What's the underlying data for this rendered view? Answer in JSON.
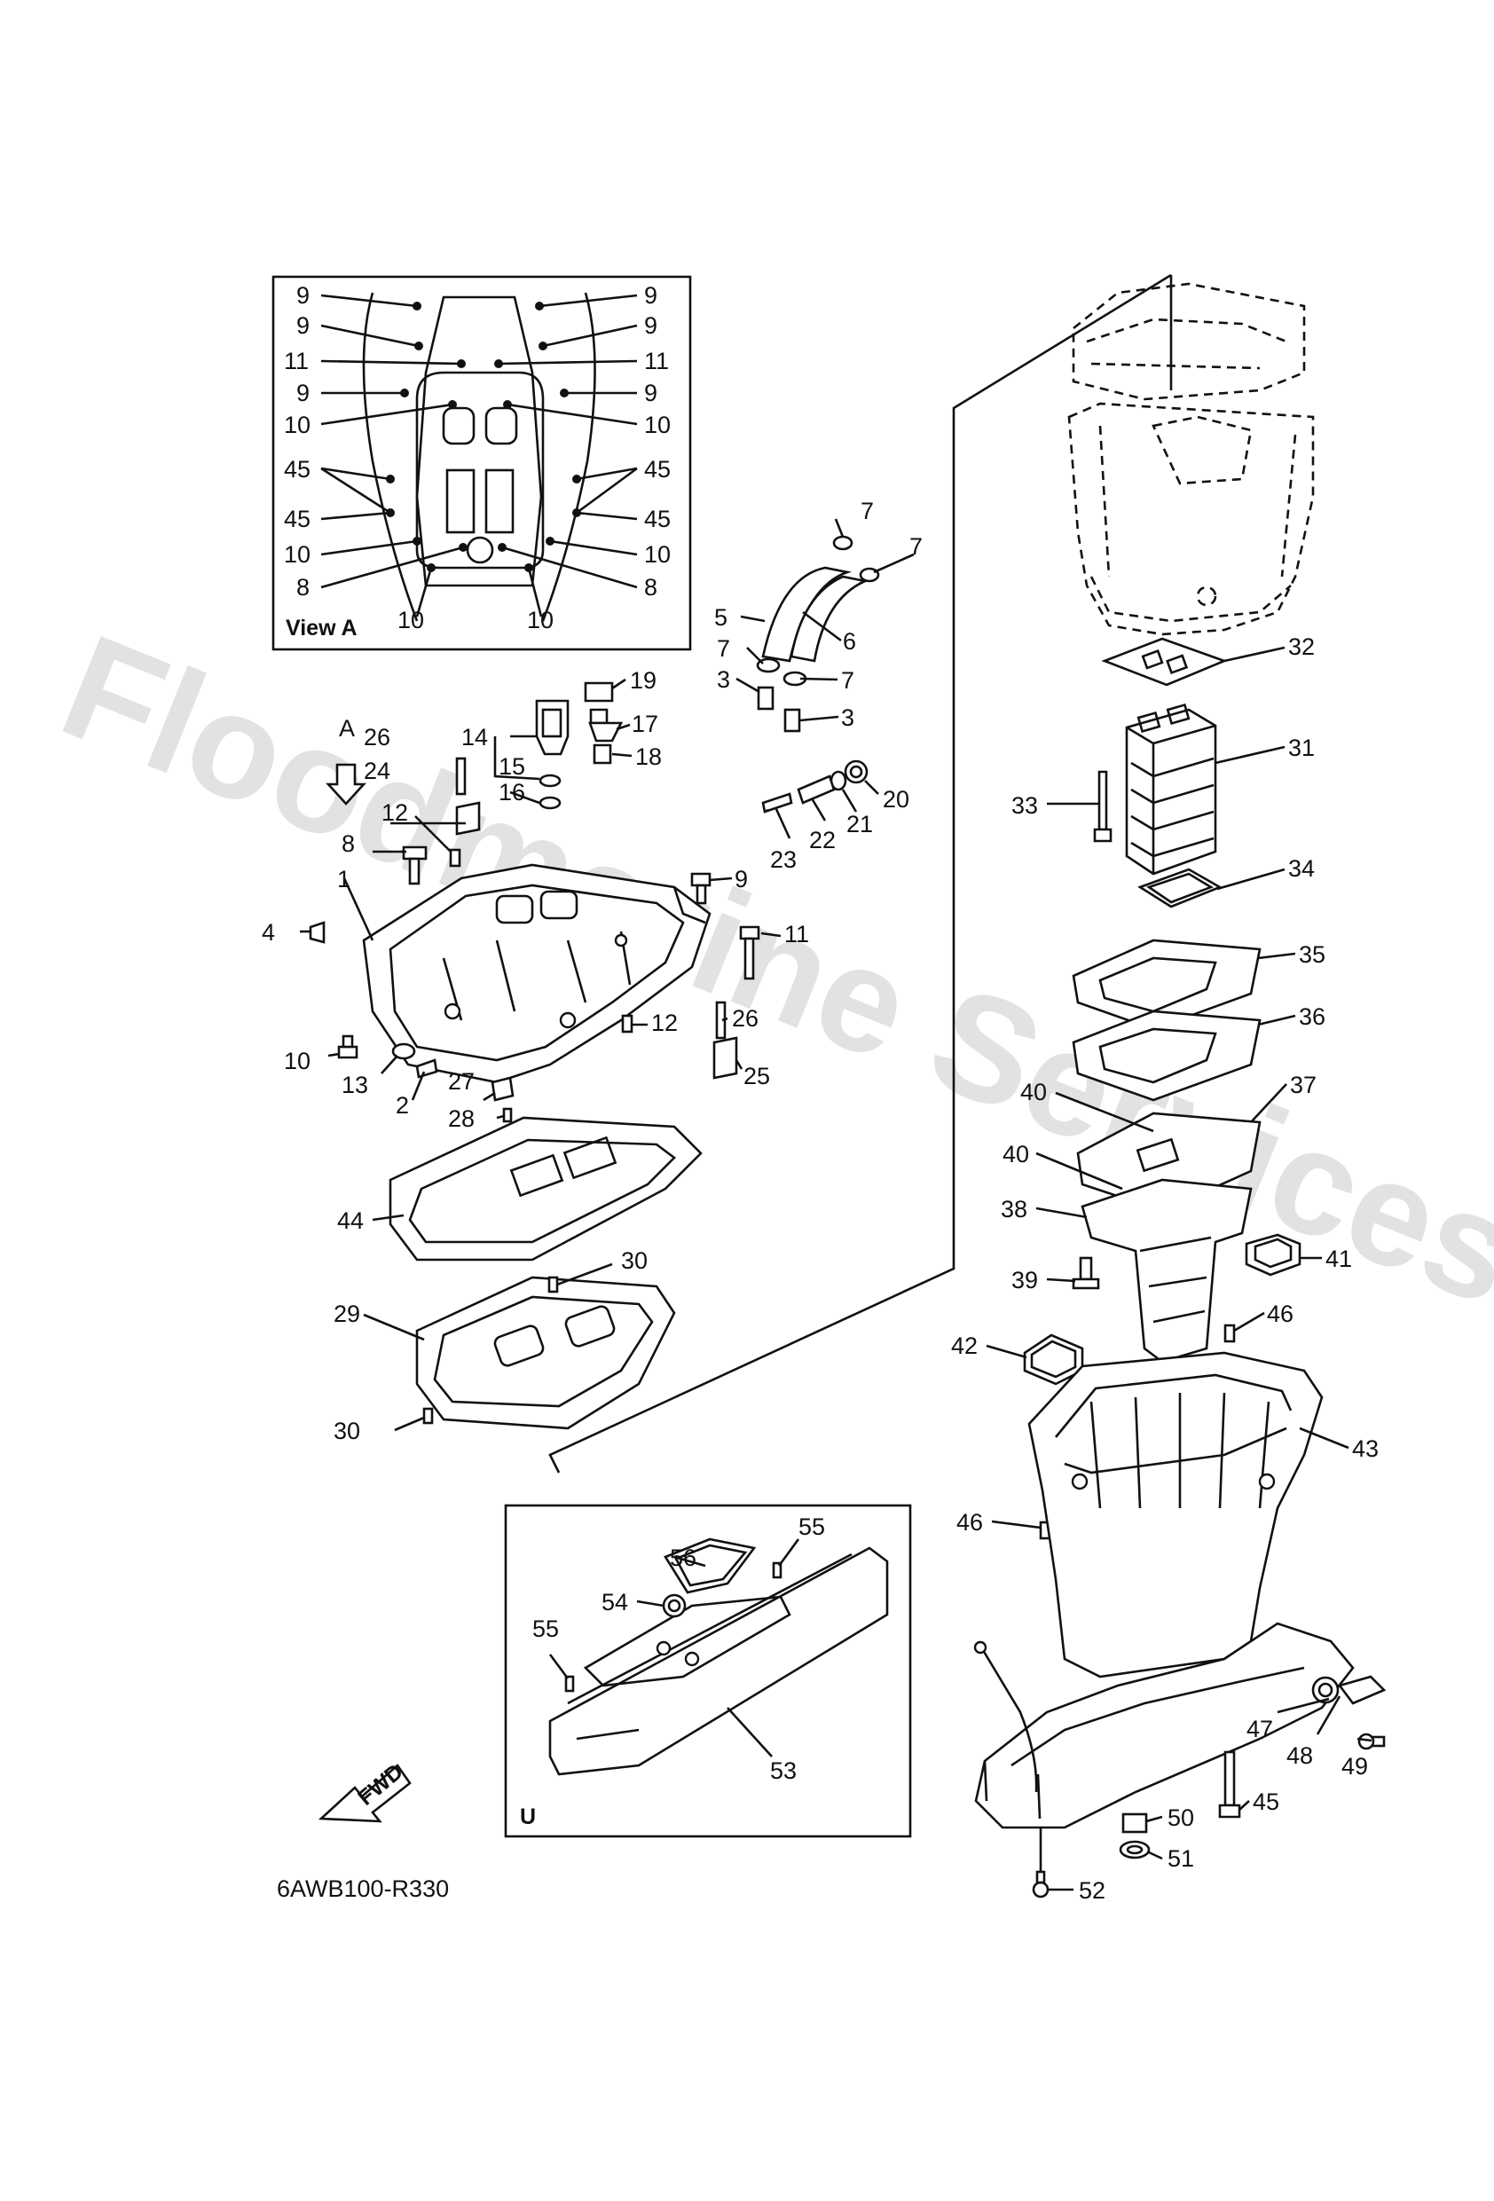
{
  "watermark": "Floodmarine Services",
  "diagram_code": "6AWB100-R330",
  "direction_marker": "FWD",
  "view_arrow_label": "A",
  "inset_view_a": {
    "title": "View A",
    "left_labels": [
      "9",
      "9",
      "11",
      "9",
      "10",
      "45",
      "45",
      "10",
      "8",
      "10"
    ],
    "right_labels": [
      "9",
      "9",
      "11",
      "9",
      "10",
      "45",
      "45",
      "10",
      "8",
      "10"
    ]
  },
  "inset_u": {
    "title": "U"
  },
  "callouts": [
    "1",
    "2",
    "3",
    "3",
    "4",
    "5",
    "6",
    "7",
    "7",
    "7",
    "7",
    "8",
    "9",
    "10",
    "11",
    "12",
    "12",
    "13",
    "14",
    "15",
    "16",
    "17",
    "18",
    "19",
    "20",
    "21",
    "22",
    "23",
    "24",
    "25",
    "26",
    "26",
    "27",
    "28",
    "29",
    "30",
    "30",
    "31",
    "32",
    "33",
    "34",
    "35",
    "36",
    "37",
    "38",
    "39",
    "40",
    "40",
    "41",
    "42",
    "43",
    "44",
    "45",
    "46",
    "46",
    "47",
    "48",
    "49",
    "50",
    "51",
    "52",
    "53",
    "54",
    "55",
    "55",
    "56"
  ]
}
